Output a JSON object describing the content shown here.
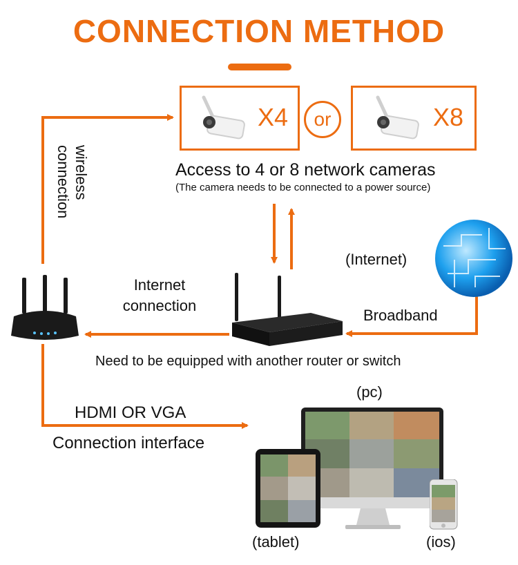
{
  "title": "CONNECTION METHOD",
  "cameras": {
    "qty_a": "X4",
    "or_label": "or",
    "qty_b": "X8",
    "caption": "Access to 4 or 8 network cameras",
    "note": "(The camera needs to be connected to a power source)"
  },
  "labels": {
    "wireless": "wireless connection",
    "wireless_line1": "wireless",
    "wireless_line2": "connection",
    "internet_conn_line1": "Internet",
    "internet_conn_line2": "connection",
    "internet": "(Internet)",
    "broadband": "Broadband",
    "router_note": "Need to be equipped with another router or switch",
    "hdmi": "HDMI OR VGA",
    "interface": "Connection interface",
    "pc": "(pc)",
    "tablet": "(tablet)",
    "ios": "(ios)"
  },
  "colors": {
    "accent": "#ec6c11",
    "globe": "#1ea0ee",
    "device": "#1a1a1a"
  },
  "icons": [
    "wifi-camera-icon",
    "router-icon",
    "nvr-icon",
    "globe-icon",
    "monitor-icon",
    "tablet-icon",
    "phone-icon"
  ]
}
